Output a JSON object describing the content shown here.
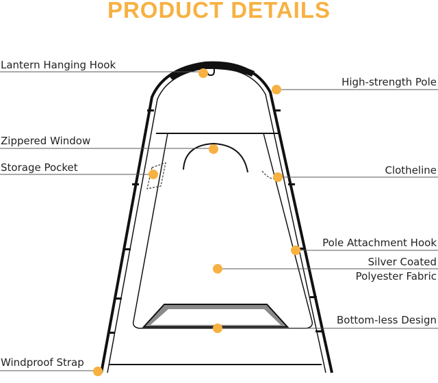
{
  "title": "PRODUCT DETAILS",
  "colors": {
    "accent": "#f7b141",
    "line": "#111111",
    "base_fill": "#8a8a8a"
  },
  "labels": {
    "lantern_hook": "Lantern Hanging Hook",
    "high_strength_pole": "High-strength Pole",
    "zippered_window": "Zippered Window",
    "storage_pocket": "Storage Pocket",
    "clotheline": "Clotheline",
    "pole_attachment_hook": "Pole Attachment Hook",
    "fabric_line1": "Silver Coated",
    "fabric_line2": "Polyester Fabric",
    "bottomless": "Bottom-less Design",
    "windproof_strap": "Windproof Strap"
  }
}
